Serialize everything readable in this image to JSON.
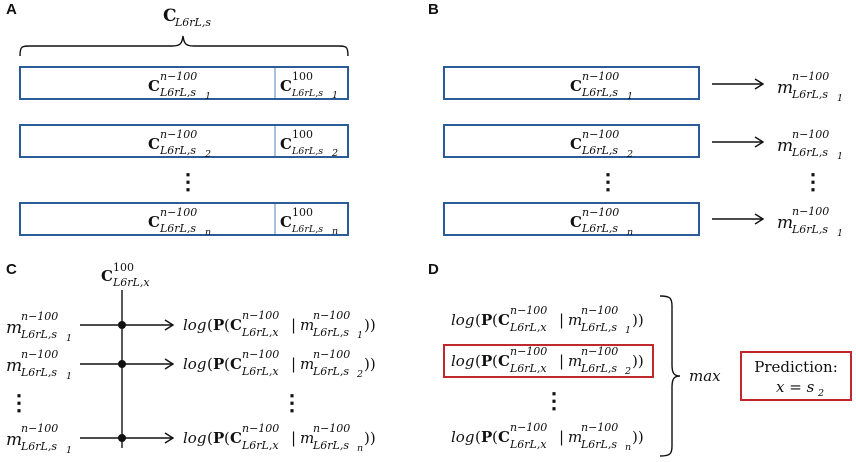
{
  "panels": {
    "a": "A",
    "b": "B",
    "c": "C",
    "d": "D"
  },
  "symbols": {
    "C": "C",
    "P": "P",
    "m": "m",
    "log": "log",
    "open_paren": "(",
    "close_parens": "))",
    "given": "|",
    "ellipsis": "⋮"
  },
  "subscripts": {
    "l6rl_s": "L6rL,s",
    "l6rl_x": "L6rL,x",
    "l6rl_s1": "L6rL,s",
    "l6rl_s2": "L6rL,s",
    "l6rl_sn": "L6rL,s",
    "L6rL_s1": "L6rL,s",
    "idx_1": "1",
    "idx_2": "2",
    "idx_n": "n"
  },
  "superscripts": {
    "n_minus_100": "n−100",
    "s100": "100"
  },
  "text": {
    "max": "max",
    "prediction_line1": "Prediction:",
    "prediction_line2": "x = s",
    "prediction_idx": "2"
  }
}
